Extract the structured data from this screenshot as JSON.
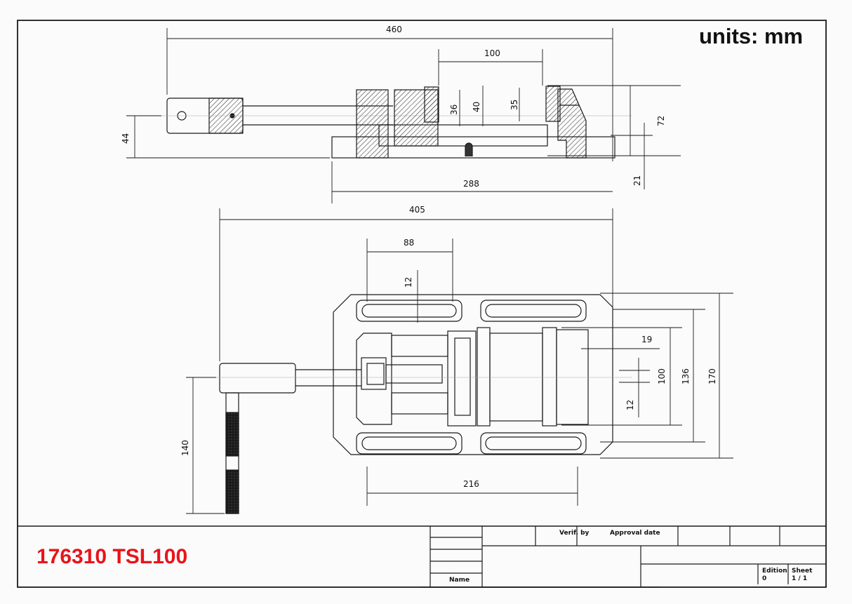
{
  "header": {
    "units_label": "units: mm"
  },
  "title_block": {
    "part_number": "176310 TSL100",
    "verif_by_label": "Verif. by",
    "approval_date_label": "Approval date",
    "name_label": "Name",
    "edition_label": "Edition",
    "edition_value": "0",
    "sheet_label": "Sheet",
    "sheet_value": "1 / 1"
  },
  "side_view": {
    "dimensions": {
      "overall_length": "460",
      "jaw_opening": "100",
      "jaw_height_36": "36",
      "jaw_height_40": "40",
      "fixed_jaw_height": "35",
      "overall_height": "72",
      "base_thickness": "21",
      "handle_height": "44",
      "base_length": "288"
    }
  },
  "top_view": {
    "dimensions": {
      "overall_length": "405",
      "slot_length": "88",
      "slot_width": "12",
      "jaw_offset": "19",
      "jaw_width": "100",
      "center_slot": "12",
      "inner_width": "136",
      "overall_width": "170",
      "handle_length": "140",
      "slot_spacing": "216"
    }
  }
}
